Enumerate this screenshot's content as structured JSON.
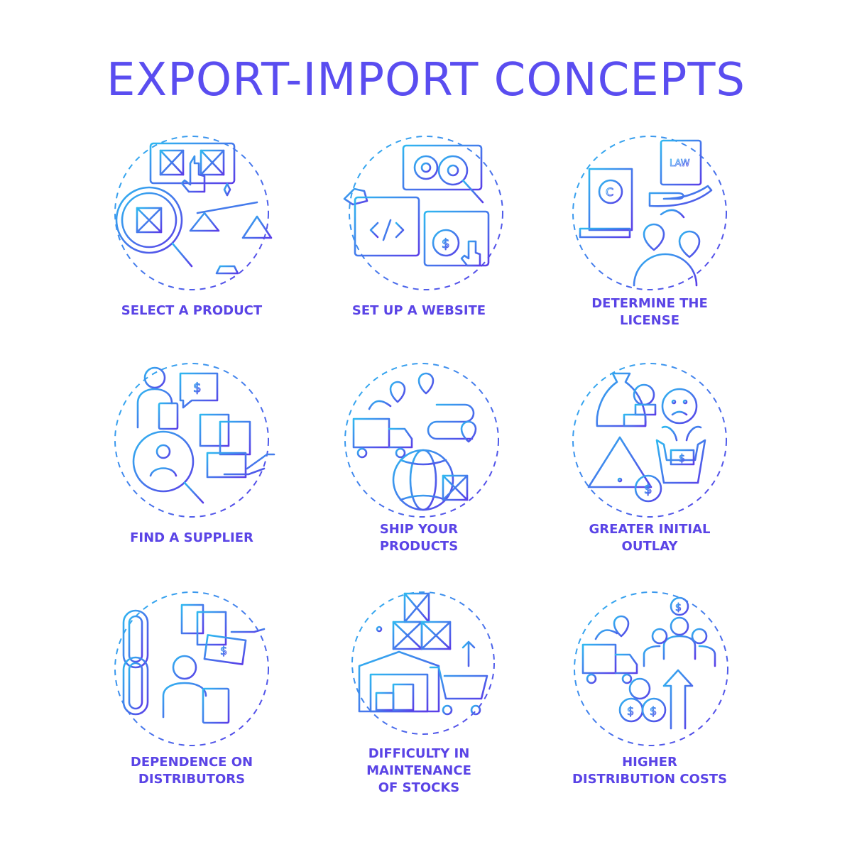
{
  "title": "EXPORT-IMPORT CONCEPTS",
  "colors": {
    "title": "#5a4df0",
    "label": "#5a44e6",
    "gradient_start": "#2fb8f0",
    "gradient_end": "#5a3ee8"
  },
  "concepts": [
    {
      "label": "SELECT A PRODUCT",
      "icons": [
        "product-box-icon",
        "magnifier-icon",
        "scales-icon",
        "hand-pointer-icon"
      ]
    },
    {
      "label": "SET UP A WEBSITE",
      "icons": [
        "gear-icon",
        "wrench-icon",
        "code-window-icon",
        "payment-window-icon"
      ]
    },
    {
      "label": "DETERMINE THE\nLICENSE",
      "icons": [
        "copyright-document-icon",
        "law-book-icon",
        "hand-icon",
        "globe-location-icon"
      ]
    },
    {
      "label": "FIND A SUPPLIER",
      "icons": [
        "person-icon",
        "dollar-chat-icon",
        "boxes-icon",
        "magnifier-person-icon"
      ]
    },
    {
      "label": "SHIP YOUR\nPRODUCTS",
      "icons": [
        "truck-icon",
        "route-pin-icon",
        "globe-icon",
        "box-icon"
      ]
    },
    {
      "label": "GREATER INITIAL\nOUTLAY",
      "icons": [
        "money-bag-icon",
        "sad-face-icon",
        "warning-icon",
        "open-hands-icon"
      ]
    },
    {
      "label": "DEPENDENCE ON\nDISTRIBUTORS",
      "icons": [
        "chain-link-icon",
        "boxes-icon",
        "money-hand-icon",
        "person-document-icon"
      ]
    },
    {
      "label": "DIFFICULTY IN\nMAINTENANCE\nOF STOCKS",
      "icons": [
        "exclamation-icon",
        "stacked-boxes-icon",
        "warehouse-icon",
        "cart-icon"
      ]
    },
    {
      "label": "HIGHER\nDISTRIBUTION COSTS",
      "icons": [
        "truck-icon",
        "team-icon",
        "coins-icon",
        "arrow-up-icon"
      ]
    }
  ]
}
